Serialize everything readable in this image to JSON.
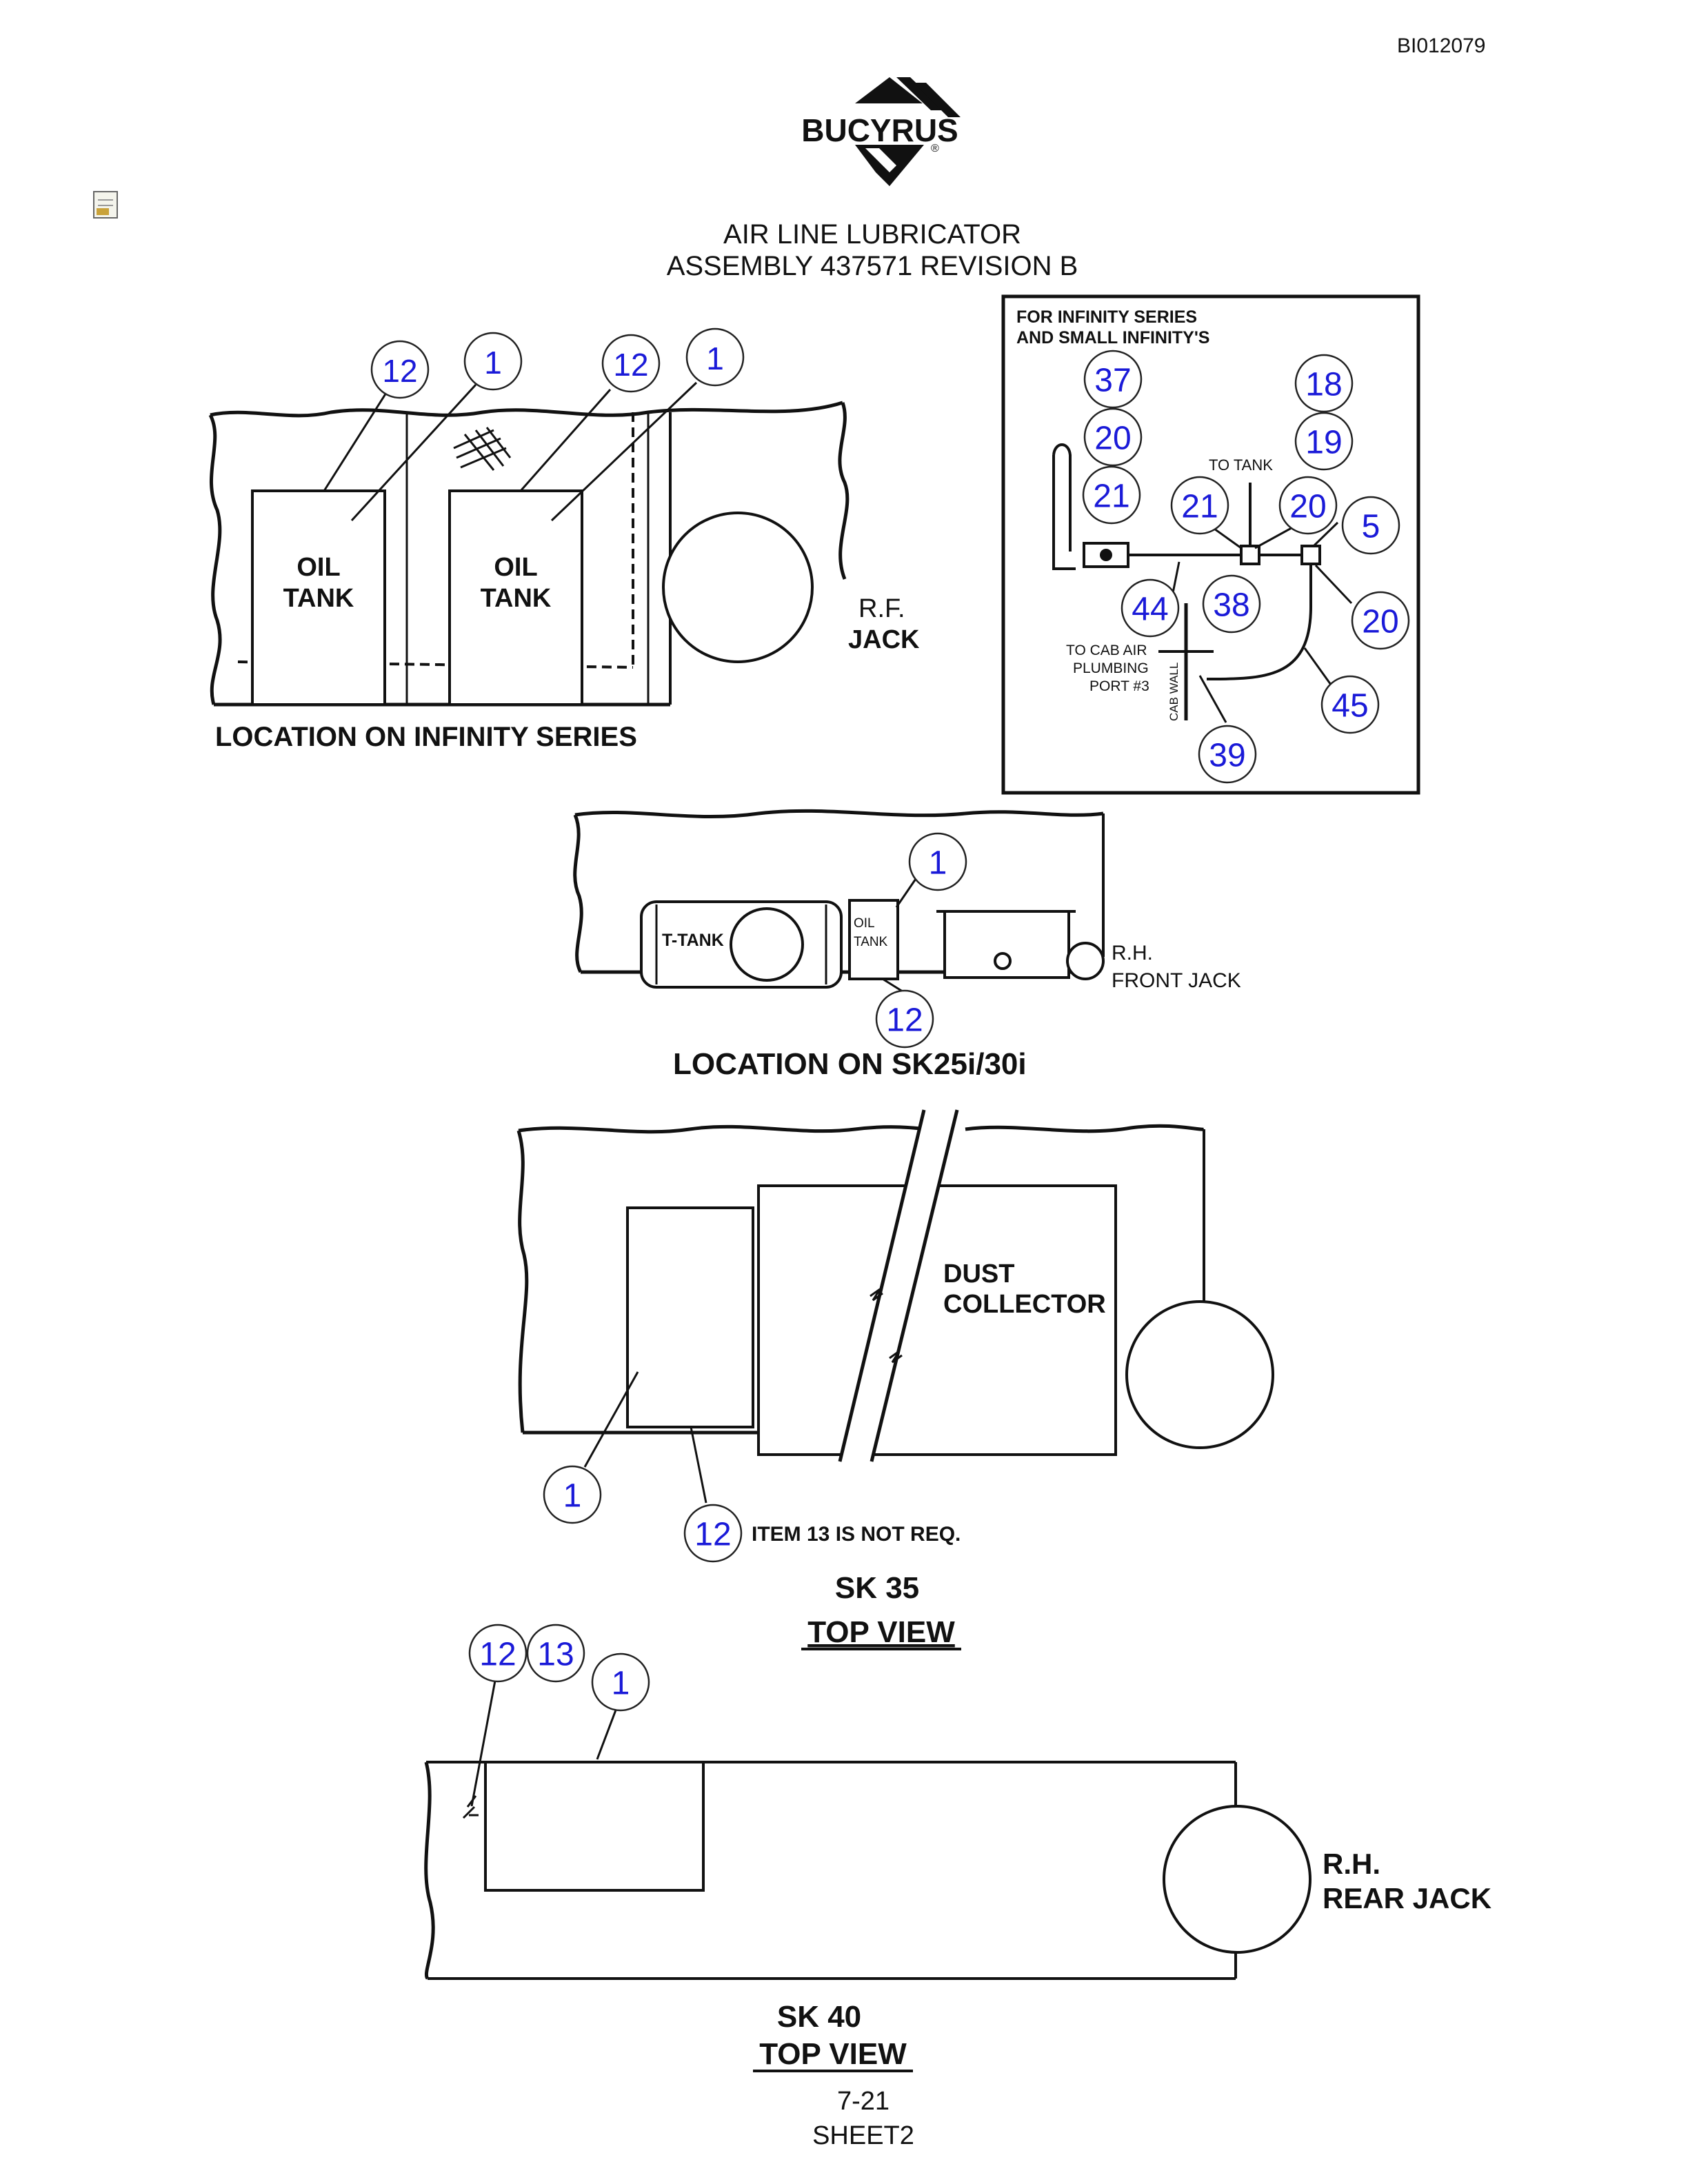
{
  "doc_id": "BI012079",
  "logo": {
    "text": "BUCYRUS",
    "registered": "®"
  },
  "title": {
    "line1": "AIR LINE LUBRICATOR",
    "line2": "ASSEMBLY 437571 REVISION B"
  },
  "infinity": {
    "tank_word1": "OIL",
    "tank_word2": "TANK",
    "jack_line1": "R.F.",
    "jack_line2": "JACK",
    "caption": "LOCATION ON INFINITY SERIES",
    "balloons": [
      "12",
      "1",
      "12",
      "1"
    ]
  },
  "inset": {
    "header1": "FOR INFINITY SERIES",
    "header2": "AND SMALL INFINITY'S",
    "to_tank": "TO TANK",
    "cab_air1": "TO CAB AIR",
    "cab_air2": "PLUMBING",
    "cab_air3": "PORT #3",
    "cab_wall": "CAB WALL",
    "balloons": [
      "37",
      "20",
      "21",
      "21",
      "18",
      "19",
      "20",
      "5",
      "44",
      "38",
      "20",
      "45",
      "39"
    ]
  },
  "sk25": {
    "t_tank": "T-TANK",
    "oil1": "OIL",
    "oil2": "TANK",
    "jack1": "R.H.",
    "jack2": "FRONT JACK",
    "caption": "LOCATION ON SK25i/30i",
    "balloons": [
      "1",
      "12"
    ]
  },
  "sk35": {
    "dust1": "DUST",
    "dust2": "COLLECTOR",
    "note": "ITEM 13 IS NOT REQ.",
    "caption1": "SK 35",
    "caption2": "TOP VIEW",
    "balloons": [
      "1",
      "12"
    ]
  },
  "sk40": {
    "jack1": "R.H.",
    "jack2": "REAR JACK",
    "caption1": "SK 40",
    "caption2": "TOP VIEW",
    "balloons": [
      "12",
      "13",
      "1"
    ]
  },
  "footer": {
    "page": "7-21",
    "sheet": "SHEET2"
  }
}
